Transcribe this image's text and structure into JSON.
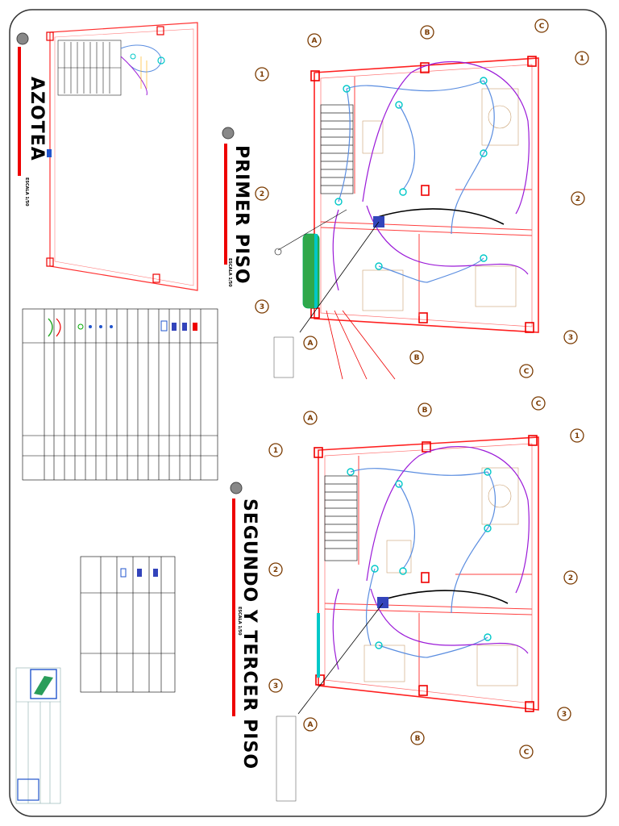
{
  "sheet": {
    "titles": {
      "roof": "AZOTEA",
      "first": "PRIMER PISO",
      "upper": "SEGUNDO Y TERCER PISO"
    },
    "scale_label": "ESCALA 1/50",
    "axis_letters": [
      "A",
      "B",
      "C"
    ],
    "axis_numbers": [
      "1",
      "2",
      "3"
    ]
  },
  "colors": {
    "wall": "#ff0000",
    "column": "#ff0000",
    "circuit_blue": "#5a8de0",
    "circuit_purple": "#9b1bd8",
    "fixture": "#00c8c8",
    "axis_bubble": "#7a3a00",
    "green_label": "#00aa00",
    "frame": "#333333"
  }
}
